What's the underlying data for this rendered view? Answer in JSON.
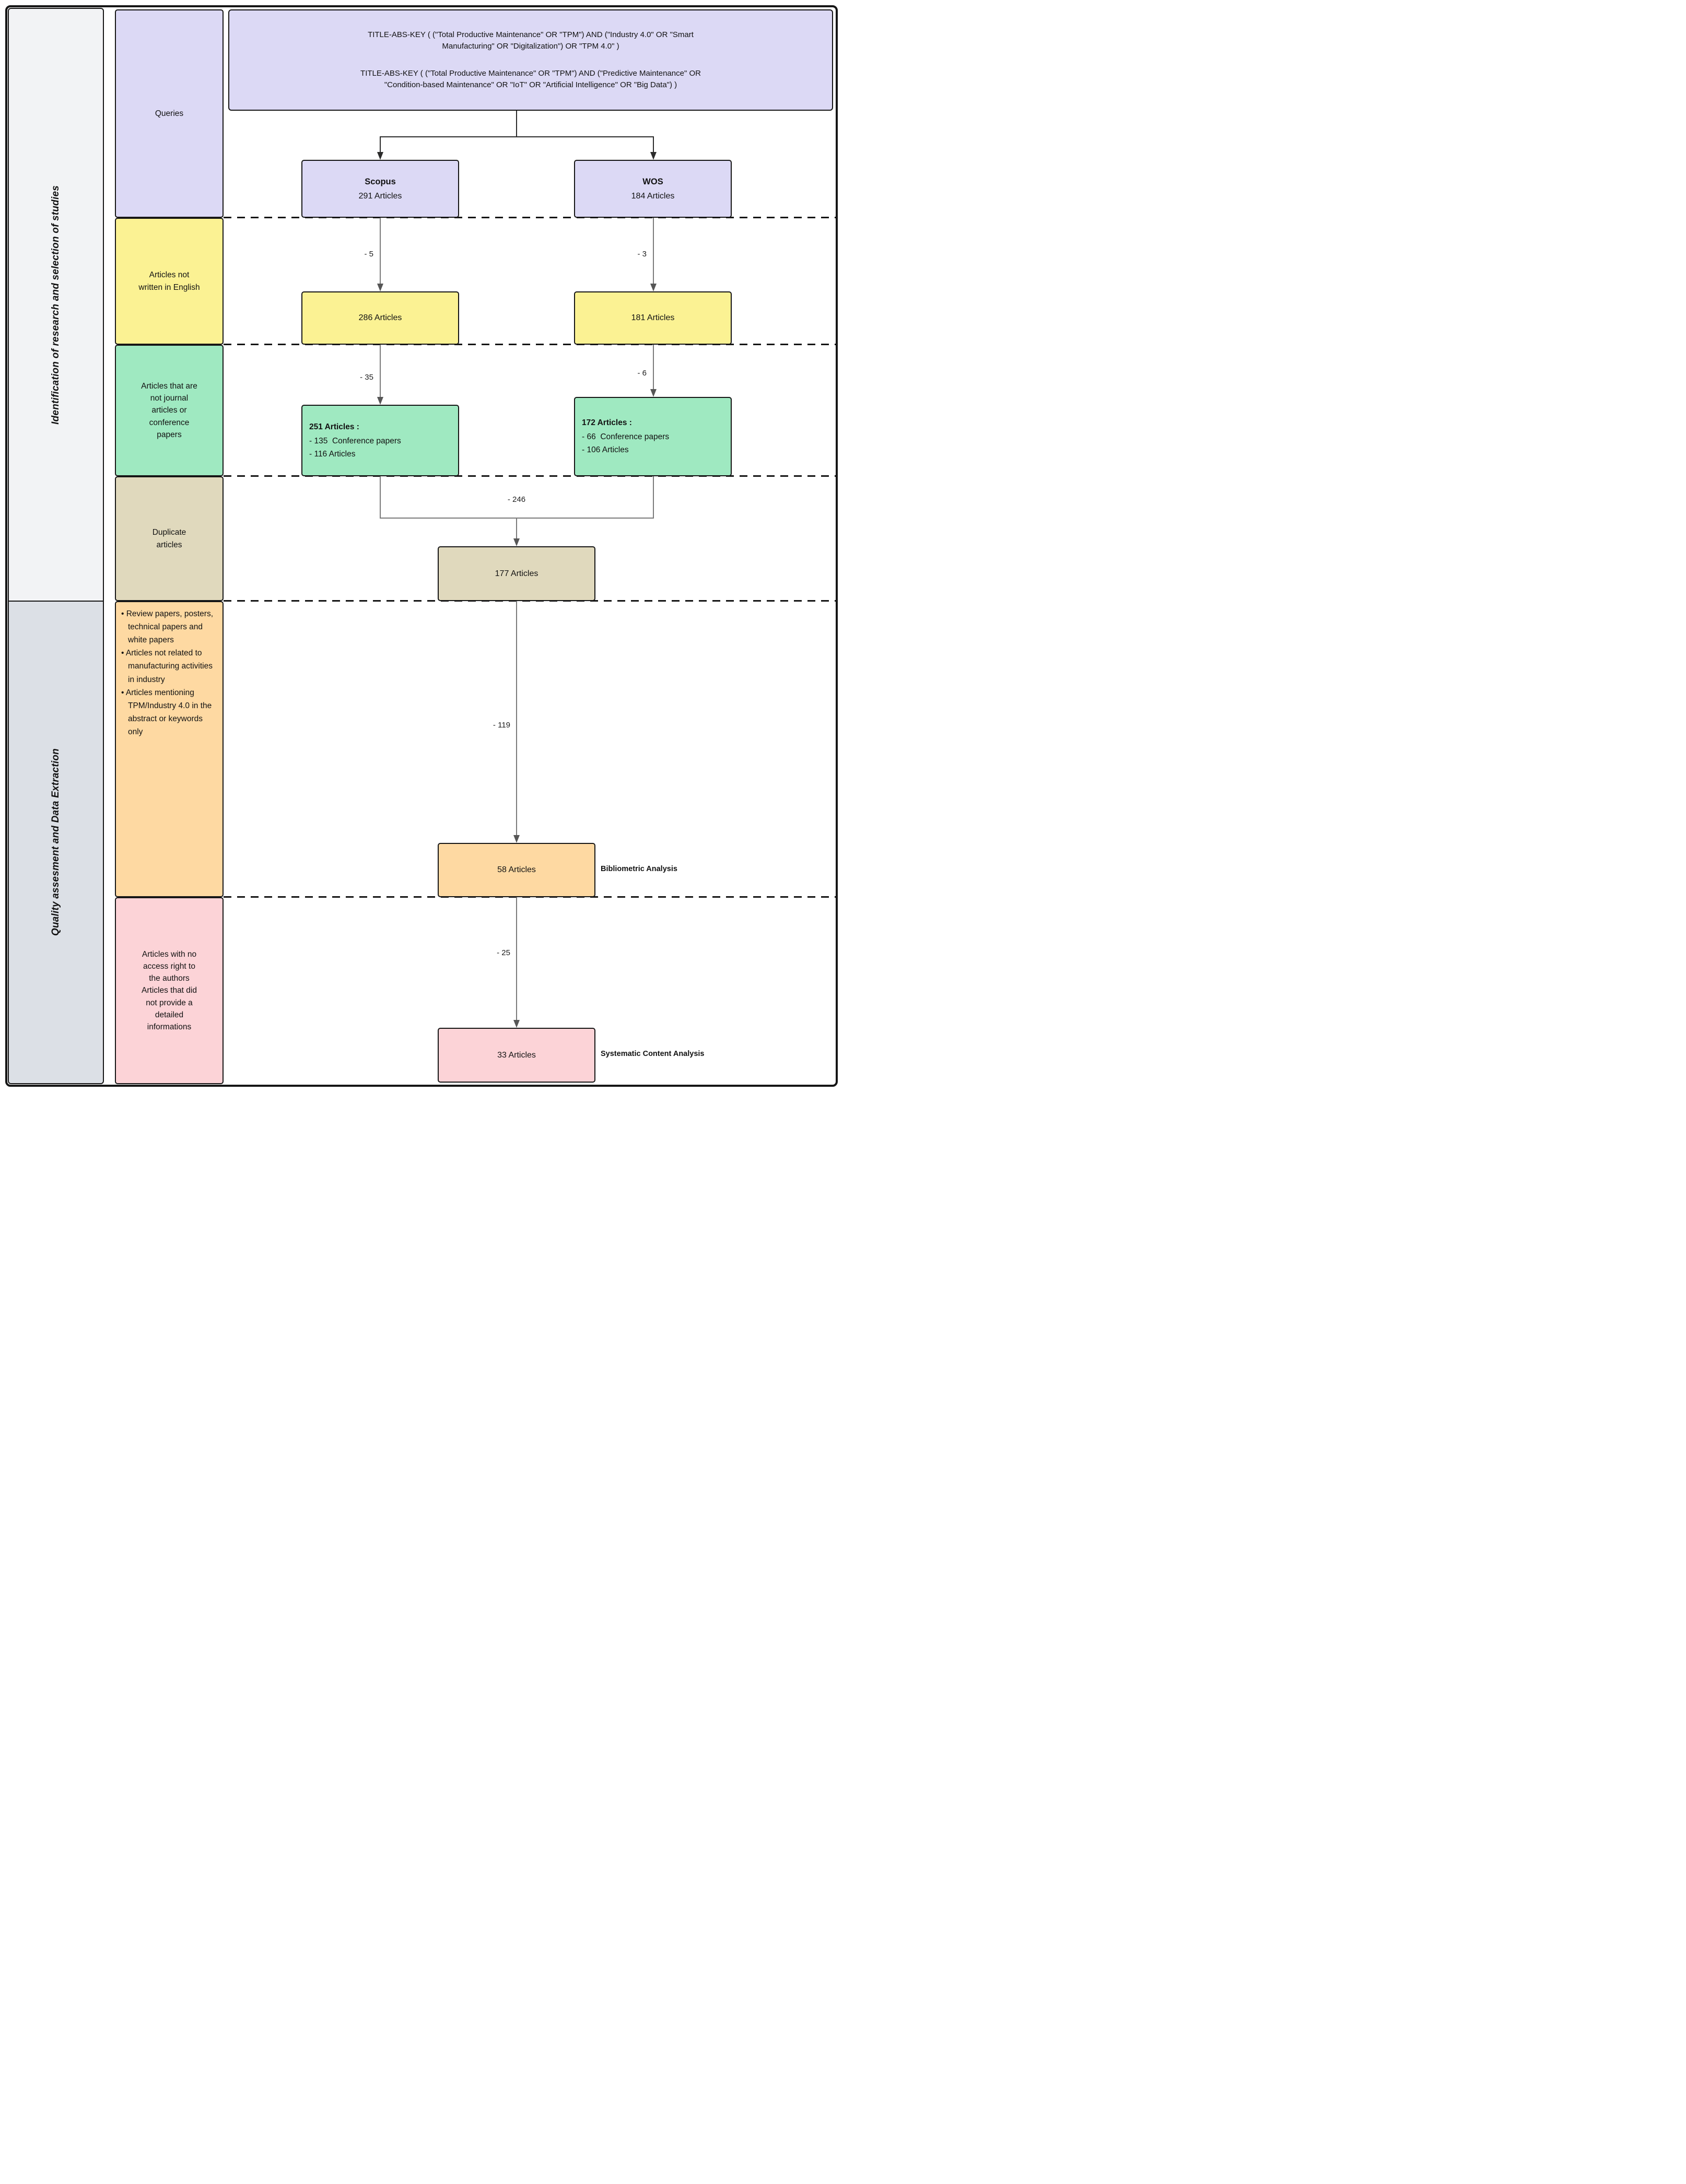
{
  "sidebar": {
    "section1": "Identification of research and selection of studies",
    "section2": "Quality assesment and Data Extraction"
  },
  "stage_labels": {
    "queries": "Queries",
    "not_english": "Articles not\nwritten in English",
    "not_journal": "Articles that are\nnot journal\narticles or\nconference\npapers",
    "duplicates": "Duplicate\narticles",
    "exclusions": [
      "Review papers, posters, technical papers and white papers",
      "Articles not related to manufacturing activities in industry",
      "Articles mentioning TPM/Industry 4.0 in the abstract or keywords only"
    ],
    "no_access": "Articles with no\naccess right to\nthe authors\nArticles that did\nnot provide a\ndetailed\ninformations"
  },
  "queries_box": {
    "query1": "TITLE-ABS-KEY ( (\"Total Productive Maintenance\" OR \"TPM\") AND (\"Industry 4.0\" OR \"Smart\nManufacturing\" OR \"Digitalization\") OR \"TPM 4.0\" )",
    "query2": "TITLE-ABS-KEY ( (\"Total Productive Maintenance\" OR \"TPM\") AND (\"Predictive Maintenance\" OR\n\"Condition-based Maintenance\" OR \"IoT\" OR \"Artificial Intelligence\" OR \"Big Data\") )"
  },
  "nodes": {
    "scopus": {
      "title": "Scopus",
      "value": "291 Articles"
    },
    "wos": {
      "title": "WOS",
      "value": "184 Articles"
    },
    "scopus_english": "286 Articles",
    "wos_english": "181 Articles",
    "scopus_filtered": {
      "title": "251 Articles :",
      "line1": "- 135  Conference papers",
      "line2": "- 116 Articles"
    },
    "wos_filtered": {
      "title": "172 Articles :",
      "line1": "- 66  Conference papers",
      "line2": "- 106 Articles"
    },
    "merged": "177 Articles",
    "bibliometric": "58 Articles",
    "content": "33 Articles"
  },
  "edge_labels": {
    "scopus_lang": "- 5",
    "wos_lang": "- 3",
    "scopus_type": "- 35",
    "wos_type": "- 6",
    "duplicates": "- 246",
    "screening": "- 119",
    "access": "- 25"
  },
  "annotations": {
    "bibliometric": "Bibliometric Analysis",
    "content": "Systematic Content Analysis"
  },
  "colors": {
    "lavender": "#dcd9f5",
    "yellow": "#fbf293",
    "green": "#9fe9c1",
    "tan": "#e0d9bd",
    "orange": "#fed9a2",
    "pink": "#fcd3d7",
    "sidebar_top": "#f2f3f5",
    "sidebar_bottom": "#dce0e6"
  }
}
